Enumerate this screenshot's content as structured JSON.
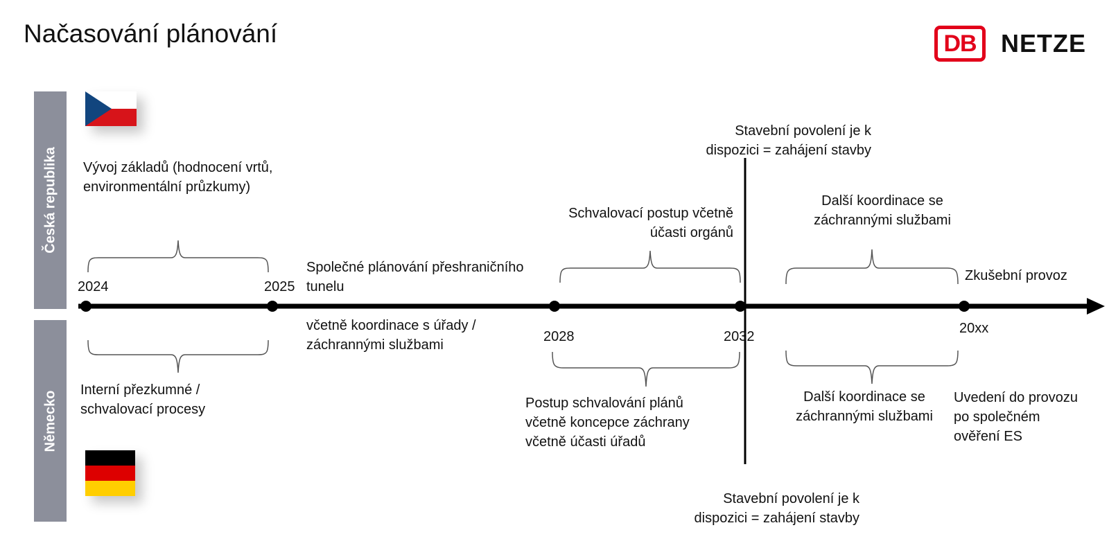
{
  "title": "Načasování plánování",
  "logo": {
    "db": "DB",
    "name": "NETZE",
    "brand_color": "#e2001a"
  },
  "countries": {
    "cz": {
      "label": "Česká republika",
      "flag": [
        "#ffffff",
        "#d7141a",
        "#11457e"
      ]
    },
    "de": {
      "label": "Německo",
      "flag": [
        "#000000",
        "#dd0000",
        "#ffce00"
      ]
    }
  },
  "colors": {
    "band": "#8c8f9b",
    "line": "#000000",
    "bracket": "#555555"
  },
  "years": [
    "2024",
    "2025",
    "2028",
    "2032",
    "20xx"
  ],
  "top_notes": {
    "foundations": [
      "Vývoj základů (hodnocení vrtů,",
      "environmentální průzkumy)"
    ],
    "joint_planning": [
      "Společné plánování přeshraničního",
      "tunelu"
    ],
    "approval_cz": [
      "Schvalovací postup včetně",
      "účasti orgánů"
    ],
    "permit_cz": [
      "Stavební povolení je k",
      "dispozici = zahájení stavby"
    ],
    "coordination_cz": [
      "Další koordinace se",
      "záchrannými službami"
    ],
    "trial_operation": "Zkušební provoz"
  },
  "bottom_notes": {
    "coordination_authorities": [
      "včetně koordinace s úřady /",
      "záchrannými službami"
    ],
    "internal_review": [
      "Interní přezkumné /",
      "schvalovací procesy"
    ],
    "plan_approval": [
      "Postup schvalování plánů",
      "včetně koncepce záchrany",
      "včetně účasti úřadů"
    ],
    "coordination_de": [
      "Další koordinace se",
      "záchrannými službami"
    ],
    "commissioning": [
      "Uvedení do provozu",
      "po společném",
      "ověření ES"
    ],
    "permit_de": [
      "Stavební povolení je k",
      "dispozici = zahájení stavby"
    ]
  }
}
